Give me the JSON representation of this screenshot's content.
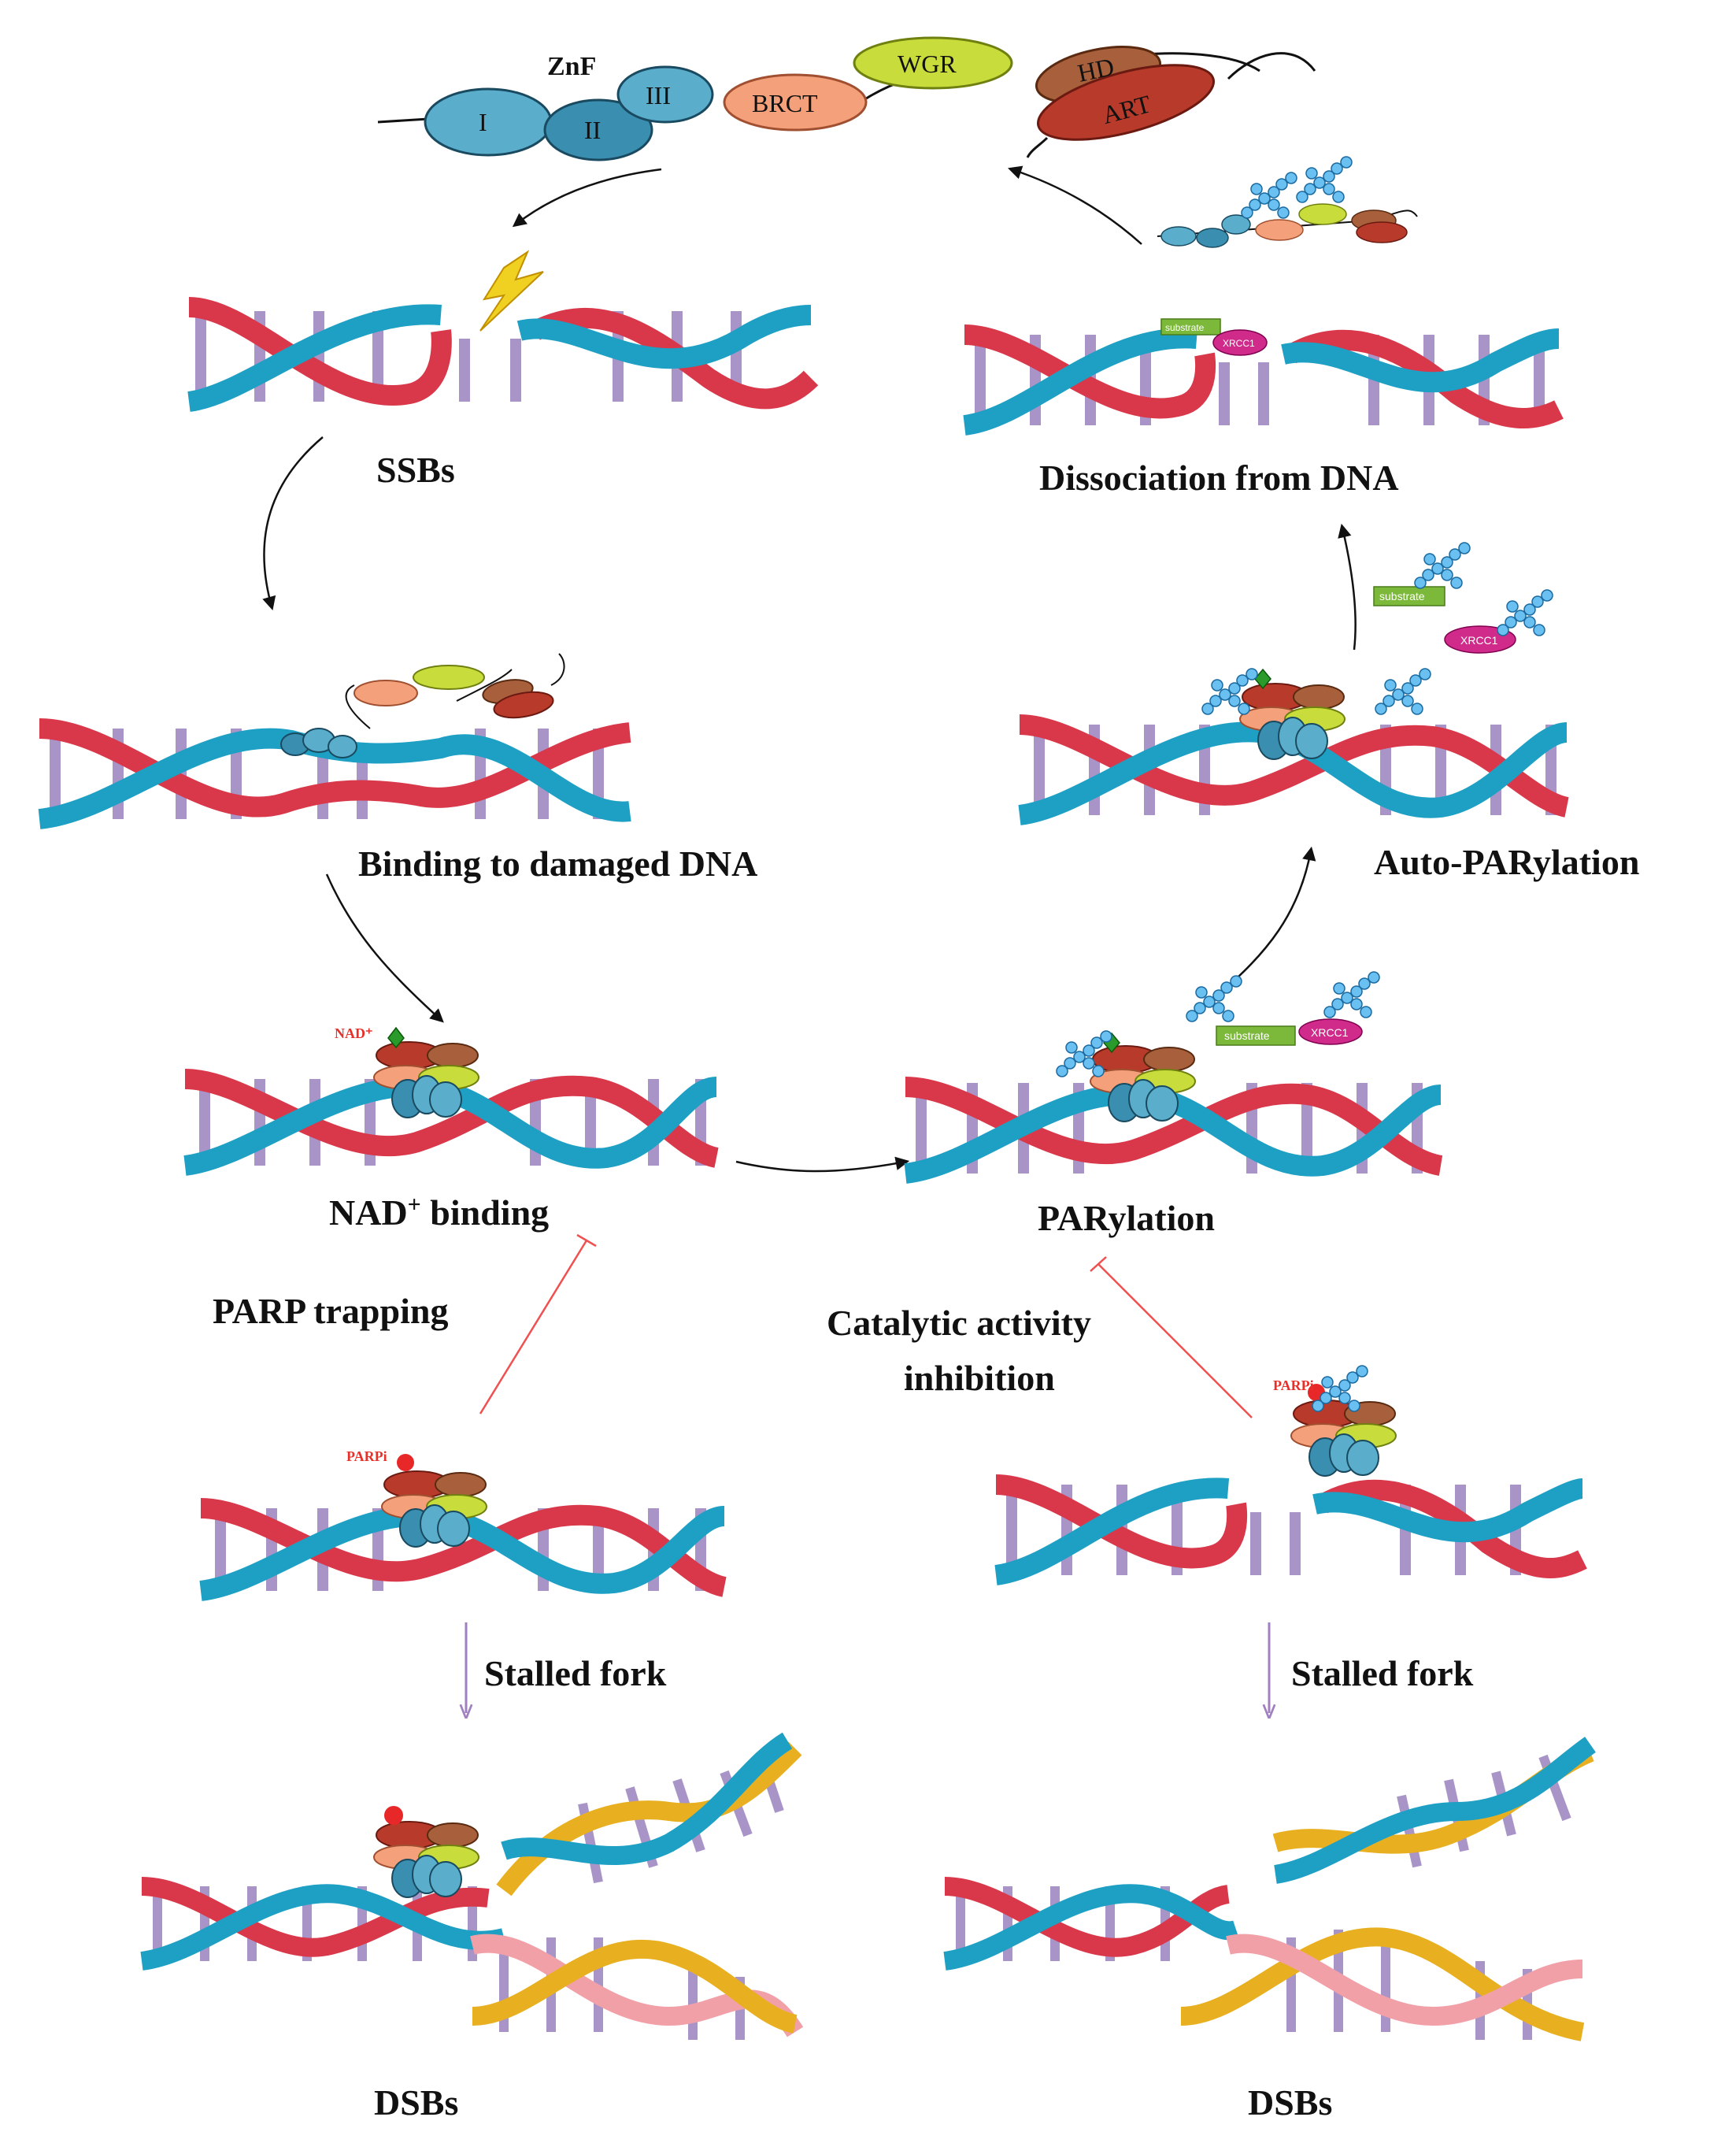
{
  "labels": {
    "ssbs": "SSBs",
    "binding": "Binding to damaged DNA",
    "nad_binding": "NAD",
    "nad_binding_sup": "+",
    "nad_binding_tail": " binding",
    "parylation": "PARylation",
    "auto_parylation": "Auto-PARylation",
    "dissociation": "Dissociation from DNA",
    "parp_trapping": "PARP trapping",
    "catalytic_1": "Catalytic activity",
    "catalytic_2": "inhibition",
    "stalled_fork_left": "Stalled fork",
    "stalled_fork_right": "Stalled fork",
    "dsbs_left": "DSBs",
    "dsbs_right": "DSBs"
  },
  "domains": {
    "znf": "ZnF",
    "zn1": "I",
    "zn2": "II",
    "zn3": "III",
    "brct": "BRCT",
    "wgr": "WGR",
    "hd": "HD",
    "art": "ART",
    "substrate": "substrate",
    "xrcc1": "XRCC1",
    "nad": "NAD⁺",
    "parpi": "PARPi"
  },
  "colors": {
    "strand_blue": "#1ea0c4",
    "strand_red": "#d8384a",
    "strand_pink": "#f2a0a8",
    "strand_gold": "#e8b020",
    "rung": "#a994c8",
    "zn": "#5aaecc",
    "brct": "#f4a07a",
    "wgr": "#c8dc3c",
    "hd": "#a8603c",
    "art": "#b83a2a",
    "substrate": "#7cb83a",
    "xrcc1": "#d02a8a",
    "par": "#4aa8e0",
    "nad_diamond": "#2a9a2a",
    "inhibitor": "#e82828",
    "inhibit_line": "#f05050",
    "fork_arrow": "#a080c0"
  }
}
